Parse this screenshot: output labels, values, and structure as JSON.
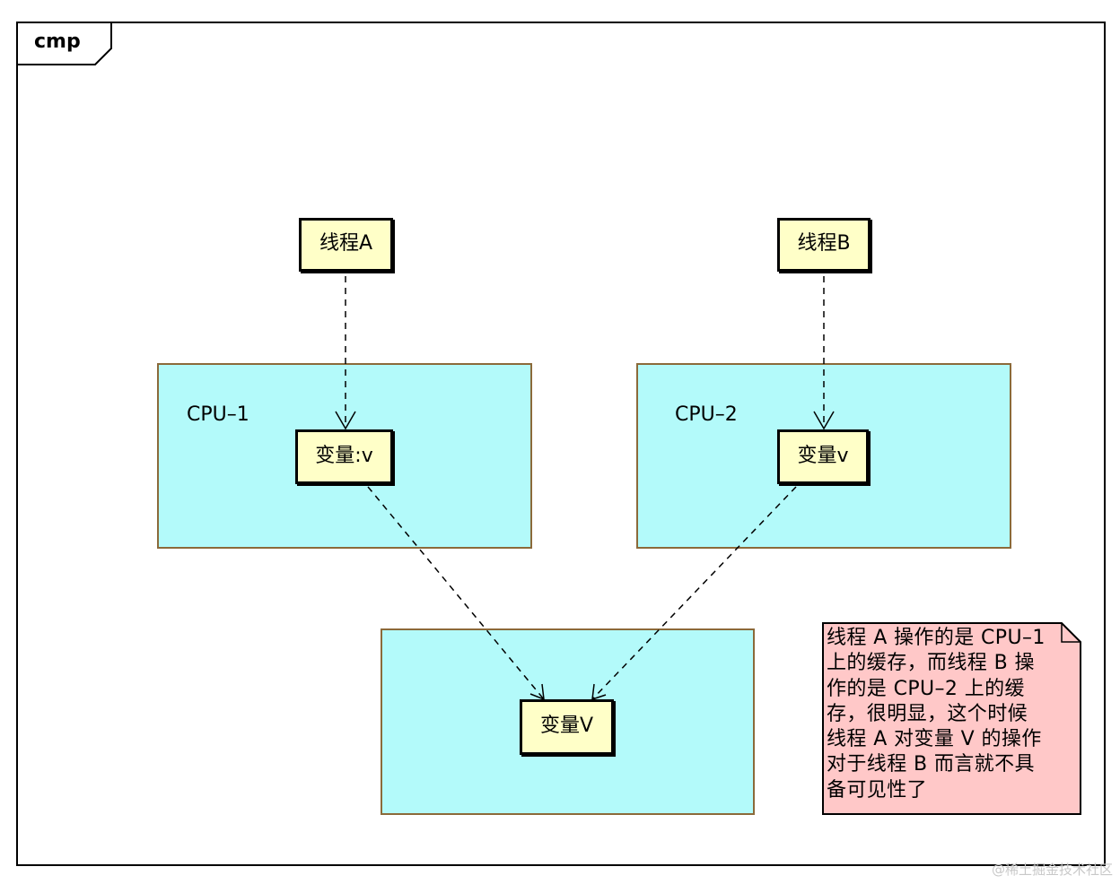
{
  "frame": {
    "title": "cmp"
  },
  "cpus": [
    {
      "label": "CPU–1"
    },
    {
      "label": "CPU–2"
    }
  ],
  "nodes": {
    "thread_a": "线程A",
    "thread_b": "线程B",
    "var_cpu1": "变量:v",
    "var_cpu2": "变量v",
    "var_main": "变量V"
  },
  "note": {
    "lines": [
      "线程 A 操作的是 CPU–1",
      "上的缓存，而线程 B 操",
      "作的是 CPU–2 上的缓",
      "存，很明显，这个时候",
      "线程 A 对变量 V 的操作",
      "对于线程 B 而言就不具",
      "备可见性了"
    ]
  },
  "watermark": "@稀土掘金技术社区",
  "colors": {
    "cpu_fill": "#b3fafa",
    "node_fill": "#ffffc8",
    "note_fill": "#ffc8c8"
  }
}
